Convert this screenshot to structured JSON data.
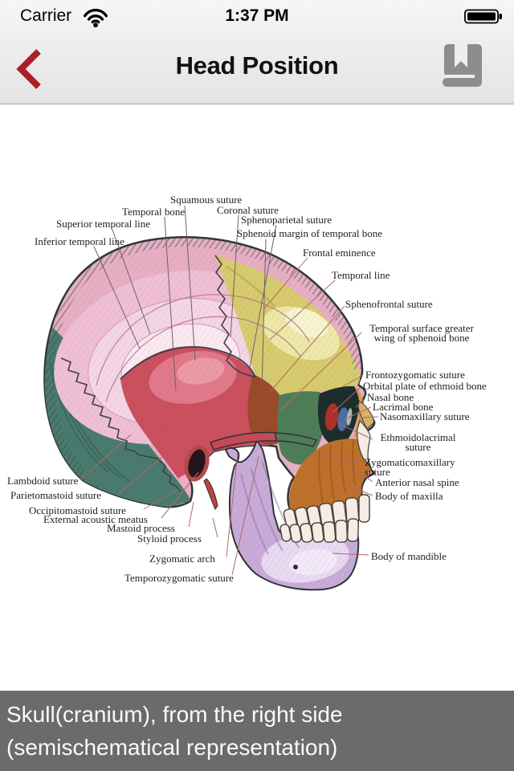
{
  "status_bar": {
    "carrier": "Carrier",
    "time": "1:37 PM",
    "icons": [
      "wifi-icon",
      "battery-icon"
    ]
  },
  "nav_bar": {
    "title": "Head Position",
    "back_icon": "chevron-left-icon",
    "bookmark_icon": "book-bookmark-icon"
  },
  "figure": {
    "labels": [
      "Squamous suture",
      "Temporal bone",
      "Coronal suture",
      "Superior temporal line",
      "Sphenoparietal suture",
      "Inferior temporal line",
      "Sphenoid margin of temporal bone",
      "Frontal eminence",
      "Temporal line",
      "Sphenofrontal suture",
      "Temporal surface greater\nwing of sphenoid bone",
      "Frontozygomatic suture",
      "Orbital plate of ethmoid bone",
      "Nasal bone",
      "Lacrimal bone",
      "Nasomaxillary suture",
      "Ethmoidolacrimal\nsuture",
      "Zygomaticomaxillary\nsuture",
      "Anterior nasal spine",
      "Body of maxilla",
      "Body of mandible",
      "Lambdoid suture",
      "Parietomastoid suture",
      "Occipitomastoid suture",
      "External acoustic meatus",
      "Mastoid process",
      "Styloid process",
      "Zygomatic arch",
      "Temporozygomatic suture"
    ],
    "palette": {
      "occipital_teal": "#4a7a6e",
      "parietal_pink": "#eaaec4",
      "temporal_red": "#cc4f5e",
      "frontal_yellow": "#d8cb6e",
      "sphenoid_rust": "#9c4a29",
      "zygomatic_green": "#4e7d58",
      "maxilla_orange": "#bf702b",
      "mandible_lavender": "#c9abd8",
      "lacrimal_blue": "#4c6ea6",
      "ethmoid_red": "#ae3028"
    }
  },
  "caption": {
    "text": "Skull(cranium), from the right side (semischematical representation)"
  },
  "colors": {
    "accent_red": "#a92123",
    "caption_bg": "#6b6b6b",
    "icon_gray": "#8d8d8d"
  }
}
